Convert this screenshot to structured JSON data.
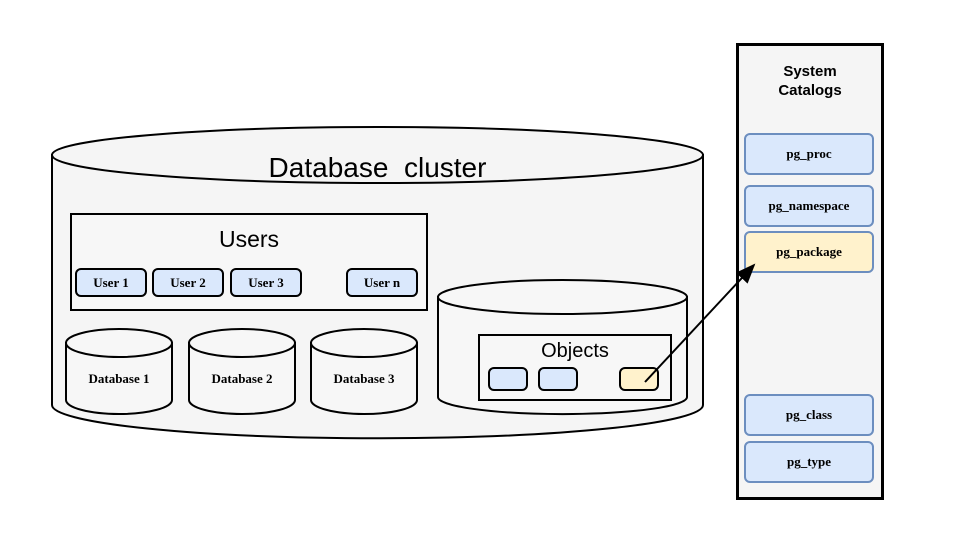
{
  "diagram": {
    "background": "#ffffff",
    "cluster": {
      "title": "Database  cluster",
      "fill": "#f5f5f5",
      "stroke": "#000000"
    },
    "users": {
      "title": "Users",
      "items": [
        {
          "label": "User 1"
        },
        {
          "label": "User 2"
        },
        {
          "label": "User 3"
        },
        {
          "label": "User n"
        }
      ]
    },
    "databases": [
      {
        "label": "Database 1"
      },
      {
        "label": "Database 2"
      },
      {
        "label": "Database 3"
      }
    ],
    "objects": {
      "title": "Objects",
      "items": [
        {
          "label": "",
          "fill": "#dae8fc"
        },
        {
          "label": "",
          "fill": "#dae8fc"
        },
        {
          "label": "",
          "fill": "#fff2cc"
        }
      ]
    },
    "system_catalogs": {
      "title": "System\nCatalogs",
      "items": [
        {
          "label": "pg_proc",
          "fill": "#dae8fc",
          "stroke": "#6c8ebf"
        },
        {
          "label": "pg_namespace",
          "fill": "#dae8fc",
          "stroke": "#6c8ebf"
        },
        {
          "label": "pg_package",
          "fill": "#fff2cc",
          "stroke": "#6c8ebf"
        },
        {
          "label": "pg_class",
          "fill": "#dae8fc",
          "stroke": "#6c8ebf"
        },
        {
          "label": "pg_type",
          "fill": "#dae8fc",
          "stroke": "#6c8ebf"
        }
      ]
    },
    "connector": {
      "from": "objects-item-3",
      "to": "catalog-item-pg_package",
      "stroke": "#000000"
    }
  }
}
